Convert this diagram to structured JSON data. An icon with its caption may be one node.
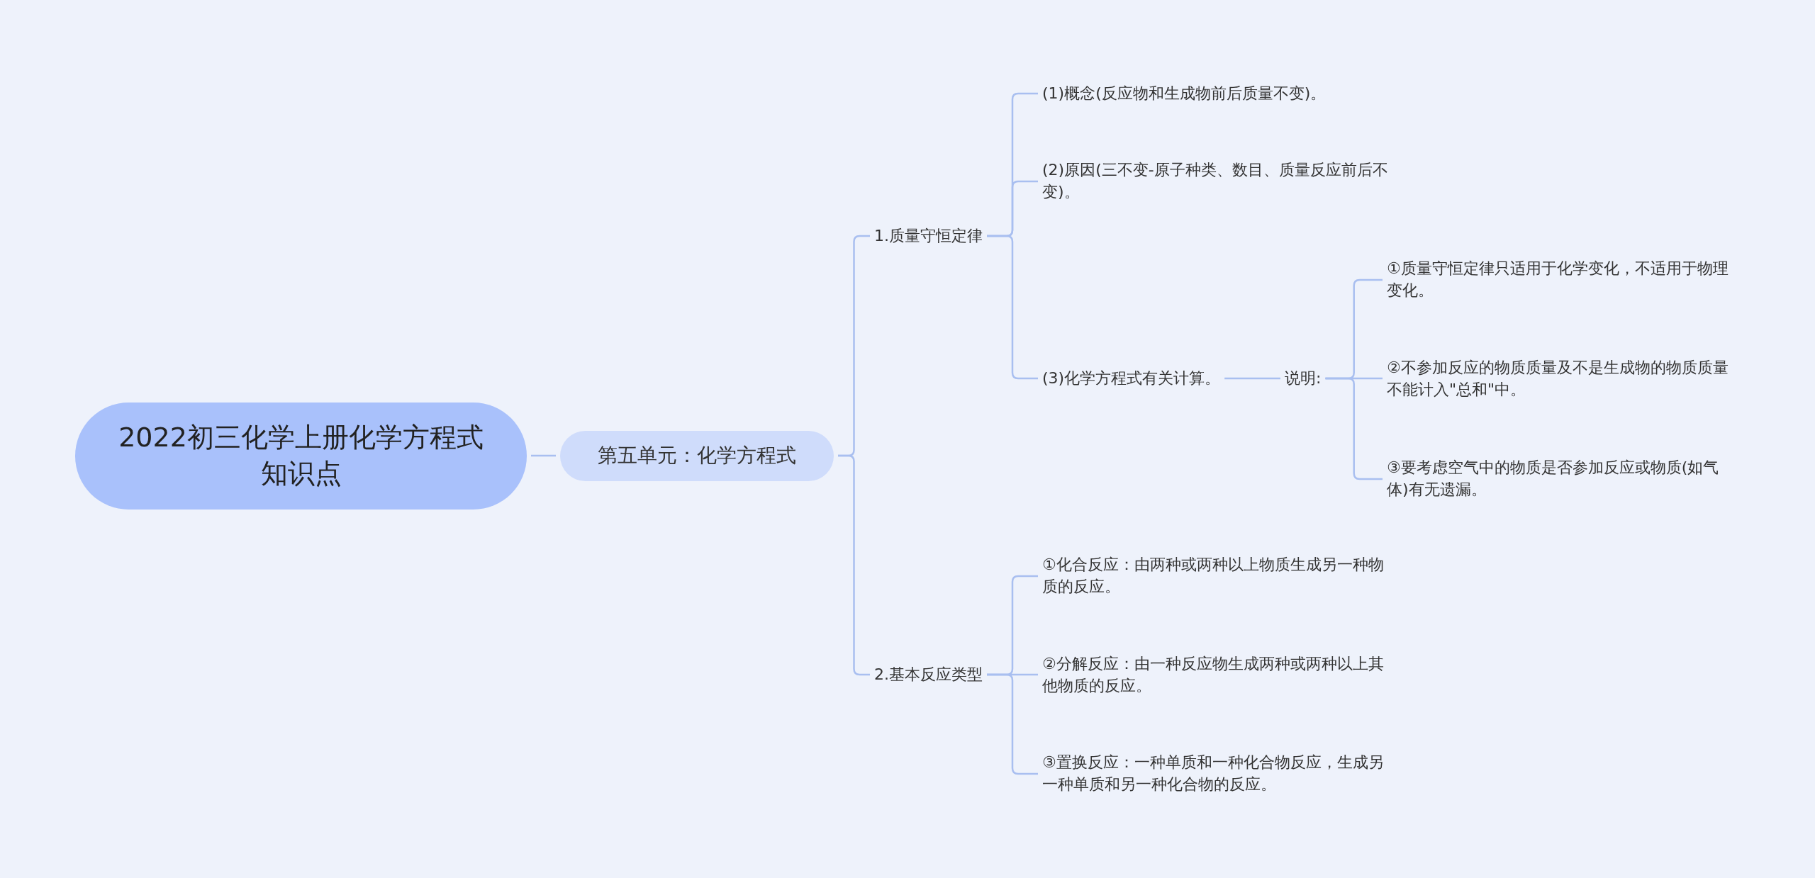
{
  "diagram": {
    "nodes": [
      {
        "text": [
          "2022初三化学上册化学方程式知识点"
        ]
      },
      {
        "text": [
          "第五单元：化学方程式"
        ]
      },
      {
        "text": [
          "1.质量守恒定律"
        ]
      },
      {
        "text": [
          "(1)概念(反应物和生成物前后质量不变)。"
        ]
      },
      {
        "text": [
          "(2)原因(三不变-原子种类、数目、质量反应前后不变)。"
        ]
      },
      {
        "text": [
          "(3)化学方程式有关计算。"
        ]
      },
      {
        "text": [
          "说明:"
        ]
      },
      {
        "text": [
          "①质量守恒定律只适用于化学变化，不适用于物理变化。"
        ]
      },
      {
        "text": [
          "②不参加反应的物质质量及不是生成物的物质质量不能计入\"总和\"中。"
        ]
      },
      {
        "text": [
          "③要考虑空气中的物质是否参加反应或物质(如气体)有无遗漏。"
        ]
      },
      {
        "text": [
          "2.基本反应类型"
        ]
      },
      {
        "text": [
          "①化合反应：由两种或两种以上物质生成另一种物质的反应。"
        ]
      },
      {
        "text": [
          "②分解反应：由一种反应物生成两种或两种以上其他物质的反应。"
        ]
      },
      {
        "text": [
          "③置换反应：一种单质和一种化合物反应，生成另一种单质和另一种化合物的反应。"
        ]
      }
    ],
    "edges": [
      {
        "from": 0,
        "to": 1,
        "arrow": "none"
      },
      {
        "from": 1,
        "to": 2,
        "arrow": "none"
      },
      {
        "from": 2,
        "to": 3,
        "arrow": "none"
      },
      {
        "from": 2,
        "to": 4,
        "arrow": "none"
      },
      {
        "from": 2,
        "to": 5,
        "arrow": "none"
      },
      {
        "from": 5,
        "to": 6,
        "arrow": "none"
      },
      {
        "from": 6,
        "to": 7,
        "arrow": "none"
      },
      {
        "from": 6,
        "to": 8,
        "arrow": "none"
      },
      {
        "from": 6,
        "to": 9,
        "arrow": "none"
      },
      {
        "from": 1,
        "to": 10,
        "arrow": "none"
      },
      {
        "from": 10,
        "to": 11,
        "arrow": "none"
      },
      {
        "from": 10,
        "to": 12,
        "arrow": "none"
      },
      {
        "from": 10,
        "to": 13,
        "arrow": "none"
      }
    ]
  }
}
